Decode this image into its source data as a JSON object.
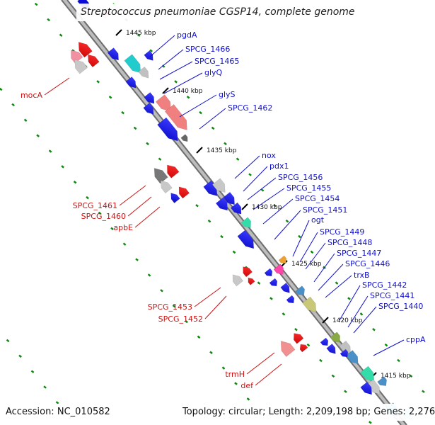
{
  "title": "Streptococcus pneumoniae CGSP14, complete genome",
  "footer": {
    "accession_label": "Accession:",
    "accession": "NC_010582",
    "topology_label": "Topology:",
    "topology": "circular",
    "length_label": "Length:",
    "length": "2,209,198 bp",
    "genes_label": "Genes:",
    "genes": "2,276"
  },
  "colors": {
    "forward_gene": "#1010dd",
    "reverse_gene": "#ee1111",
    "forward_label": "#1010cc",
    "reverse_label": "#cc1111",
    "backbone": "#888888",
    "tick_dots": "#118811"
  },
  "kbp_ticks": [
    "1445 kbp",
    "1440 kbp",
    "1435 kbp",
    "1430 kbp",
    "1425 kbp",
    "1420 kbp",
    "1415 kbp"
  ],
  "forward_genes": [
    "pgdA",
    "SPCG_1466",
    "SPCG_1465",
    "glyQ",
    "glyS",
    "SPCG_1462",
    "nox",
    "pdx1",
    "SPCG_1456",
    "SPCG_1455",
    "SPCG_1454",
    "SPCG_1451",
    "ogt",
    "SPCG_1449",
    "SPCG_1448",
    "SPCG_1447",
    "SPCG_1446",
    "trxB",
    "SPCG_1442",
    "SPCG_1441",
    "SPCG_1440",
    "cppA"
  ],
  "reverse_genes": [
    "mocA",
    "SPCG_1461",
    "SPCG_1460",
    "apbE",
    "SPCG_1453",
    "SPCG_1452",
    "trmH",
    "def"
  ]
}
